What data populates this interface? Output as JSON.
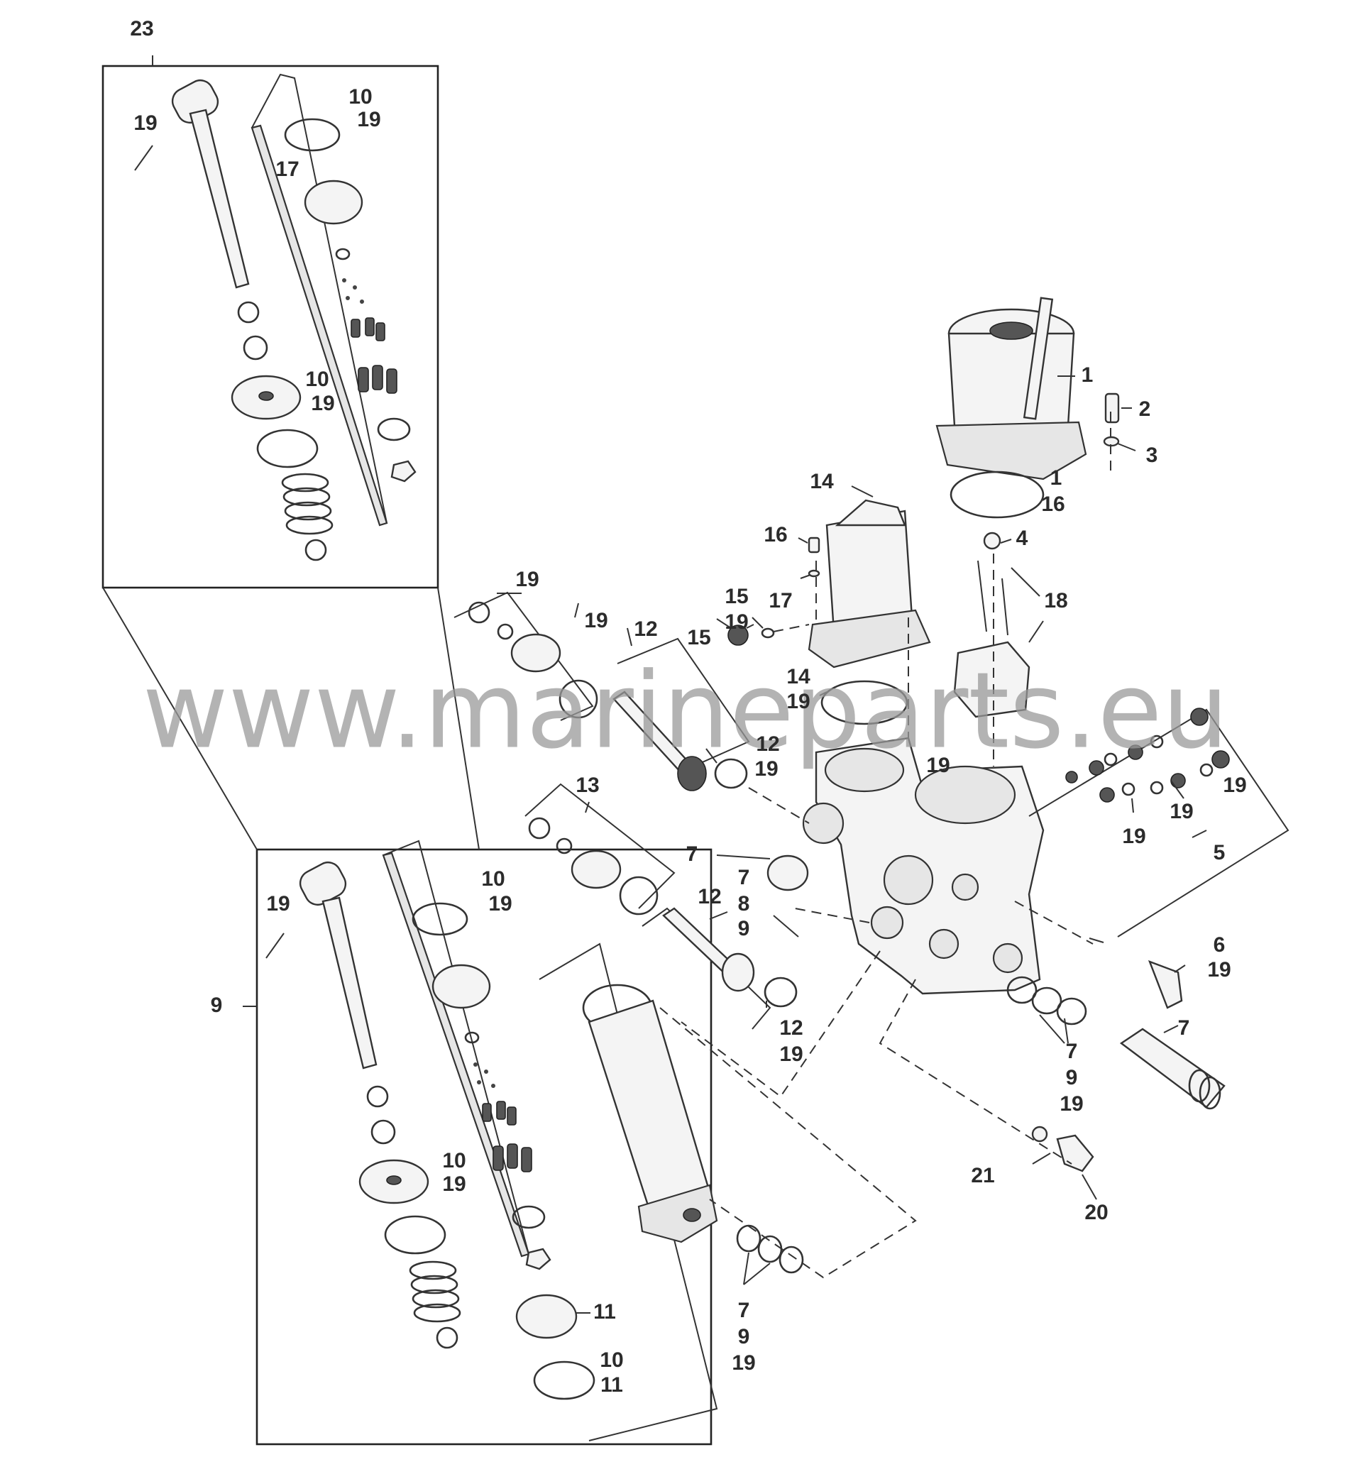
{
  "watermark": "www.marineparts.eu",
  "callouts": {
    "c23": "23",
    "c19_a": "19",
    "c10_19_a": [
      "10",
      "19"
    ],
    "c17_a": "17",
    "c10_19_b": [
      "10",
      "19"
    ],
    "c1": "1",
    "c2": "2",
    "c3": "3",
    "c1_16": [
      "1",
      "16"
    ],
    "c4": "4",
    "c14": "14",
    "c16": "16",
    "c17_b": "17",
    "c15_19": [
      "15",
      "19"
    ],
    "c15": "15",
    "c18": "18",
    "c19_b": "19",
    "c19_c": "19",
    "c12_a": "12",
    "c14_19": [
      "14",
      "19"
    ],
    "c12_19_a": [
      "12",
      "19"
    ],
    "c19_d": "19",
    "c19_e": "19",
    "c19_f": "19",
    "c19_g": "19",
    "c5": "5",
    "c13": "13",
    "c7_a": "7",
    "c7_8_9": [
      "7",
      "8",
      "9"
    ],
    "c12_b": "12",
    "c10_19_c": [
      "10",
      "19"
    ],
    "c19_h": "19",
    "c9": "9",
    "c12_19_b": [
      "12",
      "19"
    ],
    "c6_19": [
      "6",
      "19"
    ],
    "c7_b": "7",
    "c7_9_19_a": [
      "7",
      "9",
      "19"
    ],
    "c10_19_d": [
      "10",
      "19"
    ],
    "c21": "21",
    "c20": "20",
    "c11": "11",
    "c10_11": [
      "10",
      "11"
    ],
    "c7_9_19_b": [
      "7",
      "9",
      "19"
    ]
  }
}
